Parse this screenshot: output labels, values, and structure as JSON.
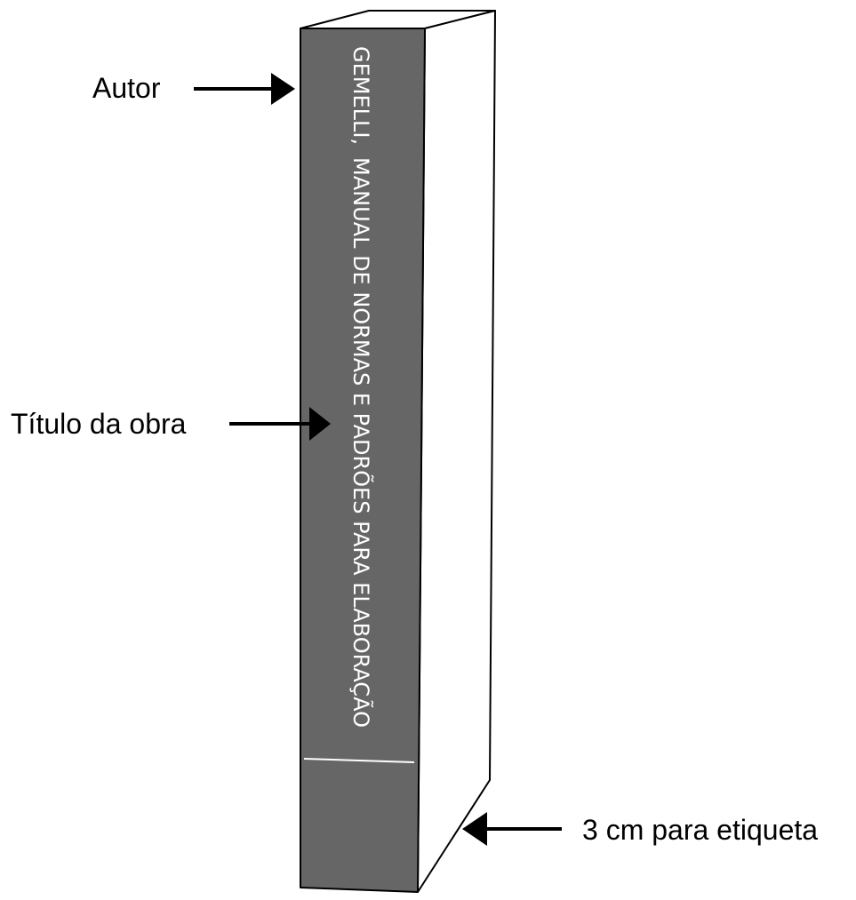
{
  "spine": {
    "author_text": "GEMELLI,",
    "title_text": "MANUAL DE NORMAS E PADRÕES PARA ELABORAÇÃO"
  },
  "labels": {
    "author": "Autor",
    "title": "Título da obra",
    "label_area": "3 cm para etiqueta"
  },
  "colors": {
    "spine": "#666666",
    "outline": "#000000",
    "text_on_spine": "#ffffff",
    "background": "#ffffff"
  }
}
